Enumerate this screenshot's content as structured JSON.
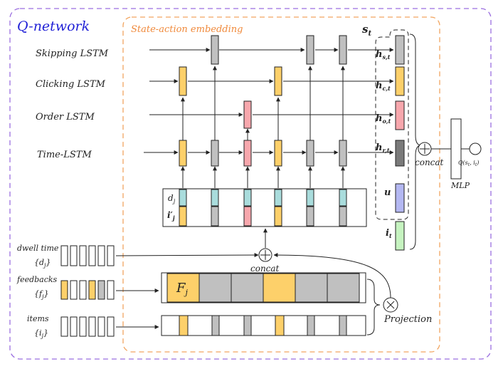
{
  "title": "Q-network",
  "embedding_title": "State-action embedding",
  "lstm_labels": [
    "Skipping LSTM",
    "Clicking LSTM",
    "Order LSTM",
    "Time-LSTM"
  ],
  "state_label": "s",
  "state_sub": "t",
  "h_labels": [
    {
      "main": "h",
      "sub": "s,t"
    },
    {
      "main": "h",
      "sub": "c,t"
    },
    {
      "main": "h",
      "sub": "o,t"
    },
    {
      "main": "h",
      "sub": "r,t"
    }
  ],
  "u_label": "u",
  "i_label": "i",
  "i_sub": "t",
  "input_d_label": "d",
  "input_d_sub": "j",
  "input_i_label": "i′",
  "input_i_sub": "j",
  "concat_label": "concat",
  "mlp_label": "MLP",
  "q_label": "Q(s",
  "q_sub1": "t",
  "q_mid": ", i",
  "q_sub2": "t",
  "q_end": ")",
  "inputs": [
    {
      "label": "dwell time",
      "set_open": "{d",
      "sub": "j",
      "set_close": "}"
    },
    {
      "label": "feedbacks",
      "set_open": "{f",
      "sub": "j",
      "set_close": "}"
    },
    {
      "label": "items",
      "set_open": "{i",
      "sub": "j",
      "set_close": "}"
    }
  ],
  "F_label": "F",
  "F_sub": "j",
  "projection_label": "Projection",
  "colors": {
    "purple_border": "#9b6fe0",
    "orange_border": "#f2a560",
    "title_blue": "#1f1fd6",
    "orange_title": "#f08a3c",
    "yellow": "#fdd06a",
    "gray": "#c0c0c0",
    "dark_gray": "#7a7a7a",
    "pink": "#f7a7ad",
    "teal": "#a9dcdc",
    "blue_u": "#b4b8f2",
    "green_i": "#c6f3c0"
  }
}
